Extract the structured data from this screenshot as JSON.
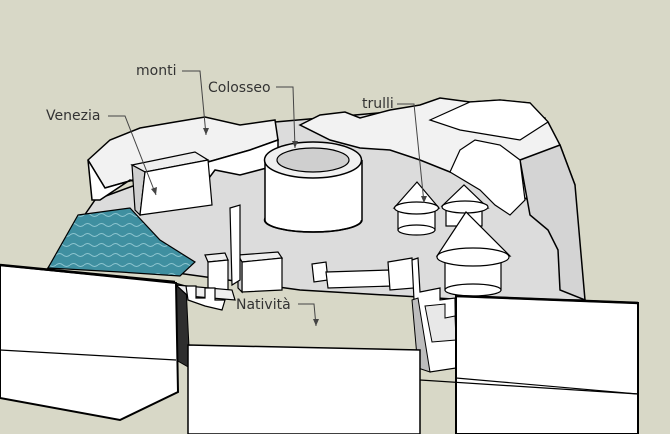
{
  "labels": {
    "monti": "monti",
    "colosseo": "Colosseo",
    "venezia": "Venezia",
    "trulli": "trulli",
    "nativita": "Natività"
  },
  "colors": {
    "background": "#d8d8c7",
    "floor": "#dcdcdc",
    "wall_front": "#ffffff",
    "wall_side": "#c9c9c9",
    "outline": "#000000",
    "water": "#3f8fa0",
    "leader": "#444444"
  }
}
